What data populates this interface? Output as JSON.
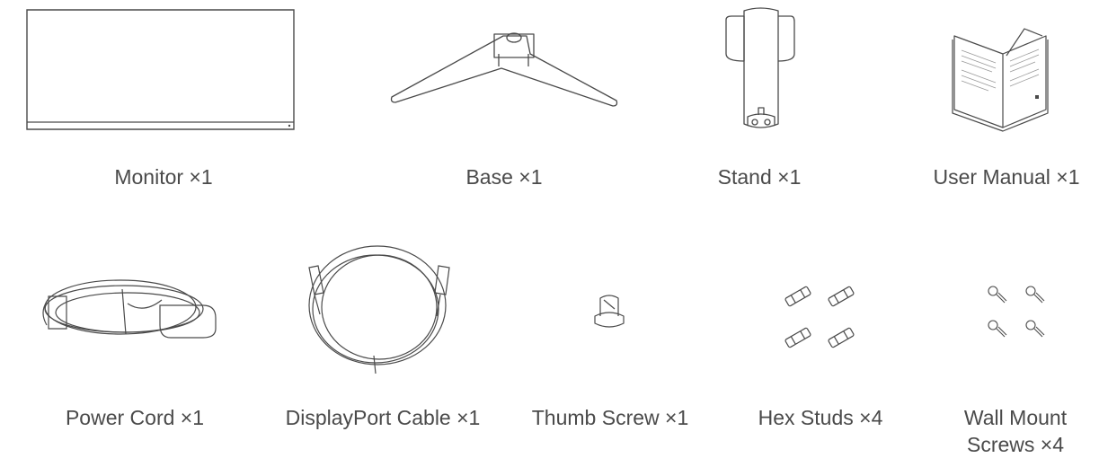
{
  "row1": [
    {
      "id": "monitor",
      "label": "Monitor ×1"
    },
    {
      "id": "base",
      "label": "Base ×1"
    },
    {
      "id": "stand",
      "label": "Stand ×1"
    },
    {
      "id": "manual",
      "label": "User Manual ×1"
    }
  ],
  "row2": [
    {
      "id": "power-cord",
      "label": "Power Cord ×1"
    },
    {
      "id": "displayport",
      "label": "DisplayPort Cable ×1"
    },
    {
      "id": "thumb-screw",
      "label": "Thumb Screw ×1"
    },
    {
      "id": "hex-studs",
      "label": "Hex Studs ×4"
    },
    {
      "id": "wall-screws",
      "label": "Wall Mount Screws ×4"
    }
  ],
  "colors": {
    "line": "#4a4a4a",
    "text": "#4a4a4a"
  }
}
